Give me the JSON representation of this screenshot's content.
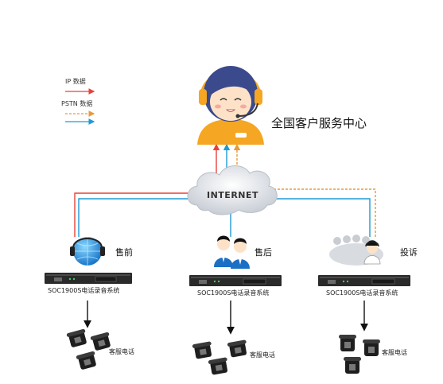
{
  "legend": {
    "ip_label": "IP 数据",
    "pstn_label": "PSTN 数据"
  },
  "center": {
    "title": "全国客户服务中心"
  },
  "cloud": {
    "label": "INTERNET"
  },
  "branches": [
    {
      "label": "售前",
      "device": "SOC1900S电话录音系统",
      "phones": "客服电话"
    },
    {
      "label": "售后",
      "device": "SOC1900S电话录音系统",
      "phones": "客服电话"
    },
    {
      "label": "投诉",
      "device": "SOC1900S电话录音系统",
      "phones": "客服电话"
    }
  ],
  "colors": {
    "ip_line": "#e8413c",
    "pstn_line_orange": "#e79a3a",
    "pstn_line_blue": "#1e9ad6",
    "avatar_orange": "#f5a623",
    "avatar_hair": "#3a4a8c",
    "device_body": "#2a2a2a"
  }
}
